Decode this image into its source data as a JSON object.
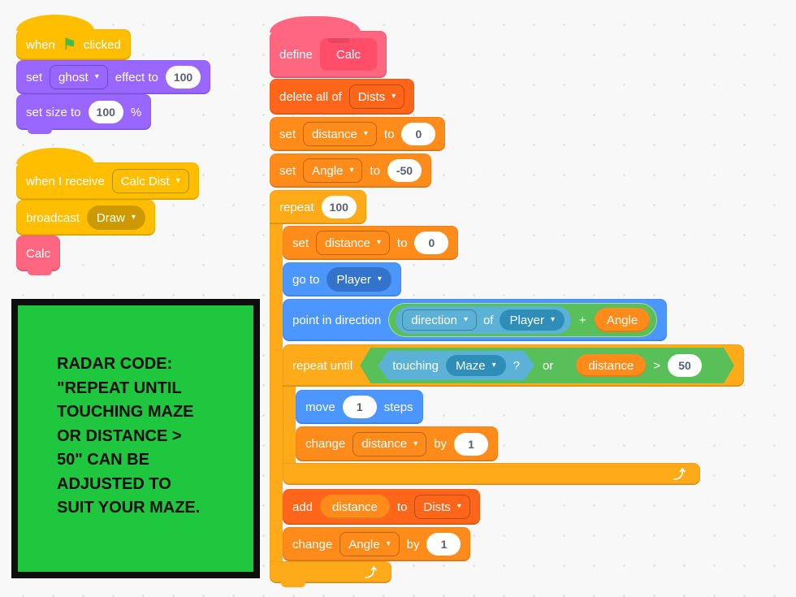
{
  "icons": {
    "flag": "⚑",
    "dropdown": "▾",
    "loop": "⤴"
  },
  "colors": {
    "motion": "#4C97FF",
    "looks": "#9966FF",
    "events": "#FFBF00",
    "control": "#FFAB19",
    "sensing": "#5CB1D6",
    "operators": "#59C059",
    "variables": "#FF8C1A",
    "lists": "#FF661A",
    "my_blocks": "#FF6680",
    "note_green": "#1EC73E",
    "note_border": "#0E0E0E"
  },
  "left": {
    "stack1": {
      "when_clicked": {
        "pre": "when",
        "post": "clicked"
      },
      "set_effect": {
        "verb": "set",
        "field": "ghost",
        "rest": "effect to",
        "value": "100"
      },
      "set_size": {
        "pre": "set size to",
        "value": "100",
        "unit": "%"
      }
    },
    "stack2": {
      "when_receive": {
        "pre": "when I receive",
        "field": "Calc Dist"
      },
      "broadcast": {
        "pre": "broadcast",
        "field": "Draw"
      },
      "call": {
        "label": "Calc"
      }
    },
    "note": {
      "lines": [
        "RADAR CODE:",
        "\"REPEAT UNTIL",
        "TOUCHING MAZE",
        "OR DISTANCE >",
        "50\" CAN BE",
        "ADJUSTED TO",
        "SUIT YOUR MAZE."
      ]
    }
  },
  "right": {
    "define": {
      "pre": "define",
      "name": "Calc"
    },
    "delete_all": {
      "pre": "delete all of",
      "field": "Dists"
    },
    "set_distance_outer": {
      "verb": "set",
      "field": "distance",
      "mid": "to",
      "value": "0"
    },
    "set_angle": {
      "verb": "set",
      "field": "Angle",
      "mid": "to",
      "value": "-50"
    },
    "repeat": {
      "verb": "repeat",
      "value": "100"
    },
    "set_distance_inner": {
      "verb": "set",
      "field": "distance",
      "mid": "to",
      "value": "0"
    },
    "go_to": {
      "verb": "go to",
      "field": "Player"
    },
    "point": {
      "pre": "point in direction",
      "dir_field": "direction",
      "of": "of",
      "sprite": "Player",
      "plus": "+",
      "var": "Angle"
    },
    "repeat_until": {
      "pre": "repeat until",
      "touching": "touching",
      "sprite": "Maze",
      "q": "?",
      "or": "or",
      "var": "distance",
      "gt": ">",
      "value": "50"
    },
    "move": {
      "verb": "move",
      "value": "1",
      "unit": "steps"
    },
    "change_distance": {
      "verb": "change",
      "field": "distance",
      "mid": "by",
      "value": "1"
    },
    "add": {
      "verb": "add",
      "var": "distance",
      "mid": "to",
      "field": "Dists"
    },
    "change_angle": {
      "verb": "change",
      "field": "Angle",
      "mid": "by",
      "value": "1"
    }
  }
}
